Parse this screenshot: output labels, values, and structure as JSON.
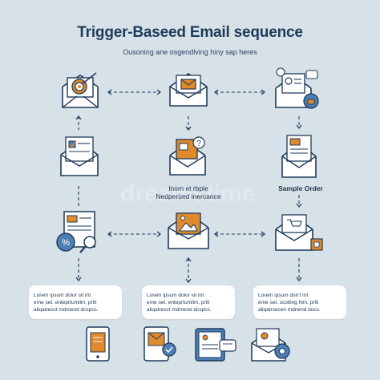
{
  "header": {
    "title": "Trigger-Baseed Email sequence",
    "subtitle": "Ousoning ane osgendlving hiny sap heres"
  },
  "labels": {
    "center_line1": "Inom et rbple",
    "center_line2": "Nedperüed inercance",
    "right": "Sample Order"
  },
  "cards": [
    {
      "line1": "Lorem ipsum dolor sit mt",
      "line2": "eme set. enteprtumilm, prlit",
      "line3": "aliqatresct mdmend dcspcs."
    },
    {
      "line1": "Lorem ipsum dolor sit mt",
      "line2": "eme set. enteprtumilm, prlit",
      "line3": "aliqatresct mdmend dcspcs."
    },
    {
      "line1": "Lorem ipsum don't mt",
      "line2": "eme set. scoiting hlm, prlit",
      "line3": "aliqatrsecen mdnend docs."
    }
  ],
  "watermark": "dreamstime",
  "colors": {
    "background": "#d7e1e8",
    "navy": "#1f3a5a",
    "orange": "#e08a2c",
    "blue": "#4d7fb3",
    "card": "#ffffff"
  },
  "icons": [
    "envelope-target-icon",
    "envelope-letter-icon",
    "envelope-profile-lock-icon",
    "envelope-checklist-icon",
    "envelope-question-icon",
    "envelope-document-icon",
    "webpage-discount-icon",
    "envelope-image-icon",
    "envelope-cart-icon",
    "tablet-document-icon",
    "tablet-check-icon",
    "card-chat-icon",
    "envelope-gear-icon"
  ]
}
